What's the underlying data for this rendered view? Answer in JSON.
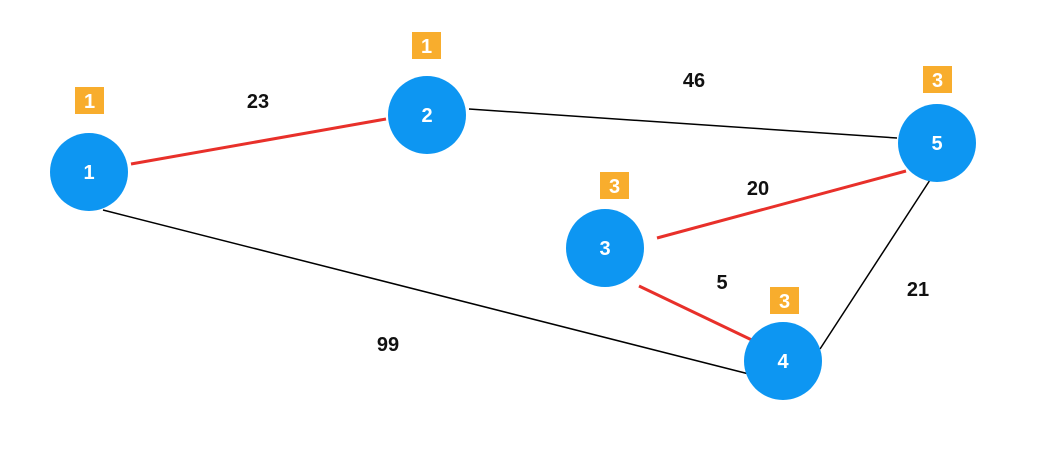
{
  "colors": {
    "node_fill": "#0d96f2",
    "badge_fill": "#f8ad2d",
    "edge_default": "#000000",
    "edge_highlight": "#e8302a"
  },
  "nodes": [
    {
      "label": "1",
      "badge": "1"
    },
    {
      "label": "2",
      "badge": "1"
    },
    {
      "label": "3",
      "badge": "3"
    },
    {
      "label": "4",
      "badge": "3"
    },
    {
      "label": "5",
      "badge": "3"
    }
  ],
  "edges": [
    {
      "from": "1",
      "to": "2",
      "weight": "23",
      "highlighted": true
    },
    {
      "from": "2",
      "to": "5",
      "weight": "46",
      "highlighted": false
    },
    {
      "from": "3",
      "to": "5",
      "weight": "20",
      "highlighted": true
    },
    {
      "from": "3",
      "to": "4",
      "weight": "5",
      "highlighted": true
    },
    {
      "from": "4",
      "to": "5",
      "weight": "21",
      "highlighted": false
    },
    {
      "from": "1",
      "to": "4",
      "weight": "99",
      "highlighted": false
    }
  ]
}
